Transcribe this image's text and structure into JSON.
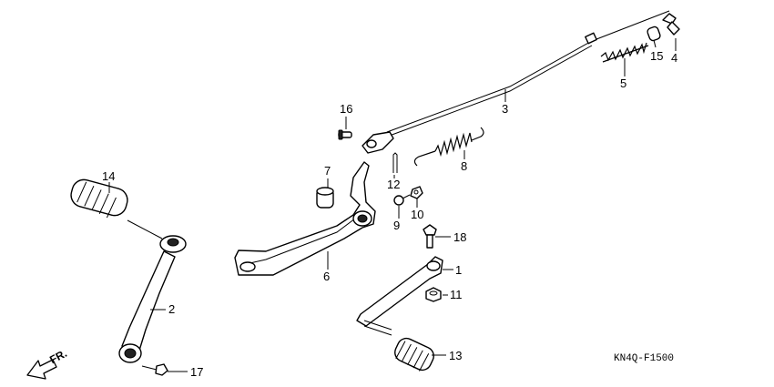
{
  "diagram": {
    "part_labels": {
      "p1": "1",
      "p2": "2",
      "p3": "3",
      "p4": "4",
      "p5": "5",
      "p6": "6",
      "p7": "7",
      "p8": "8",
      "p9": "9",
      "p10": "10",
      "p11": "11",
      "p12": "12",
      "p13": "13",
      "p14": "14",
      "p15": "15",
      "p16": "16",
      "p17": "17",
      "p18": "18"
    },
    "diagram_code": "KN4Q-F1500",
    "front_indicator": "FR."
  }
}
